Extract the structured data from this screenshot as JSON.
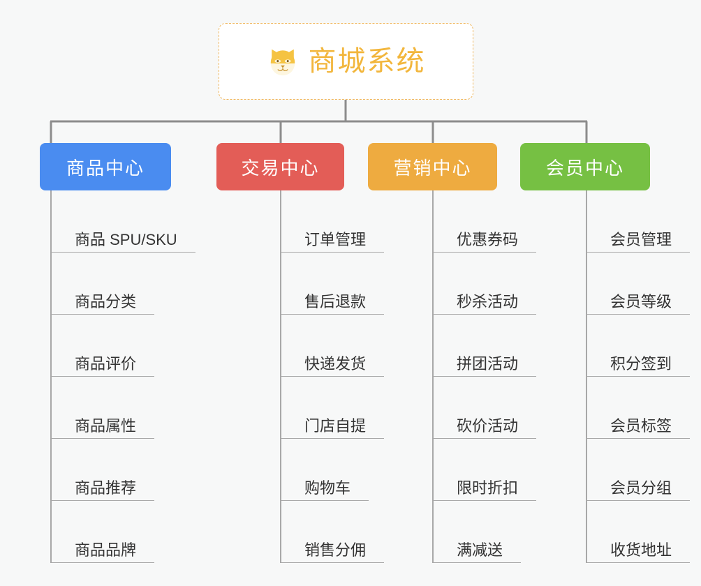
{
  "diagram": {
    "type": "mind-map",
    "title": "商城系统",
    "background_color": "#f7f8f8",
    "connector_color": "#8c8c8c",
    "leaf_rule_color": "#a8a8a8",
    "leaf_text_color": "#333333"
  },
  "root": {
    "label": "商城系统",
    "icon": "shiba-dog-face-icon",
    "text_color": "#f2b63c",
    "border_color": "#f0b860",
    "background_color": "#ffffff"
  },
  "branches": [
    {
      "id": "product-center",
      "label": "商品中心",
      "color": "#4a8cf0",
      "leaves": [
        {
          "label": "商品 SPU/SKU"
        },
        {
          "label": "商品分类"
        },
        {
          "label": "商品评价"
        },
        {
          "label": "商品属性"
        },
        {
          "label": "商品推荐"
        },
        {
          "label": "商品品牌"
        }
      ]
    },
    {
      "id": "trade-center",
      "label": "交易中心",
      "color": "#e35d57",
      "leaves": [
        {
          "label": "订单管理"
        },
        {
          "label": "售后退款"
        },
        {
          "label": "快递发货"
        },
        {
          "label": "门店自提"
        },
        {
          "label": "购物车"
        },
        {
          "label": "销售分佣"
        }
      ]
    },
    {
      "id": "marketing-center",
      "label": "营销中心",
      "color": "#eeab40",
      "leaves": [
        {
          "label": "优惠券码"
        },
        {
          "label": "秒杀活动"
        },
        {
          "label": "拼团活动"
        },
        {
          "label": "砍价活动"
        },
        {
          "label": "限时折扣"
        },
        {
          "label": "满减送"
        }
      ]
    },
    {
      "id": "member-center",
      "label": "会员中心",
      "color": "#76c043",
      "leaves": [
        {
          "label": "会员管理"
        },
        {
          "label": "会员等级"
        },
        {
          "label": "积分签到"
        },
        {
          "label": "会员标签"
        },
        {
          "label": "会员分组"
        },
        {
          "label": "收货地址"
        }
      ]
    }
  ]
}
